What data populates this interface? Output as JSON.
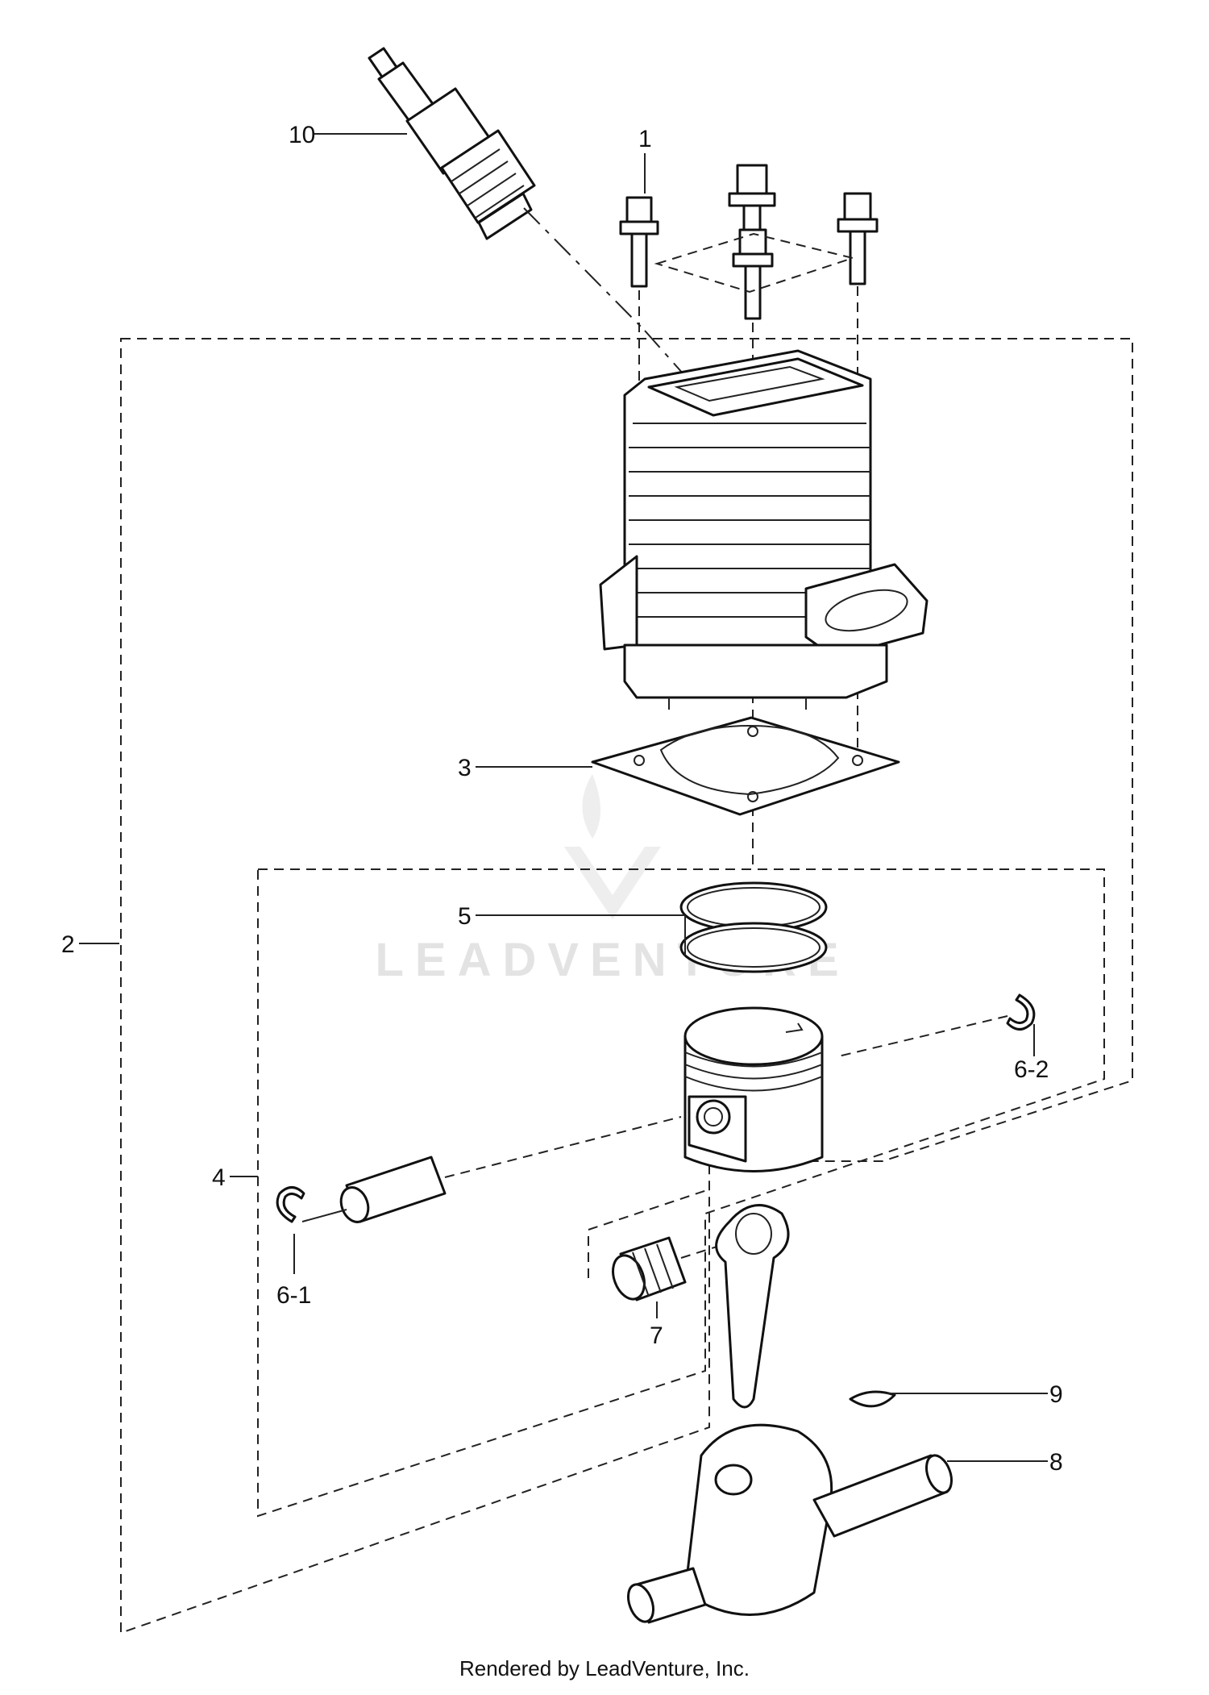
{
  "diagram": {
    "callouts": {
      "c1": "1",
      "c2": "2",
      "c3": "3",
      "c4": "4",
      "c5": "5",
      "c6_1": "6-1",
      "c6_2": "6-2",
      "c7": "7",
      "c8": "8",
      "c9": "9",
      "c10": "10"
    },
    "watermark": "LEADVENTURE"
  },
  "footer": {
    "text": "Rendered by LeadVenture, Inc."
  }
}
